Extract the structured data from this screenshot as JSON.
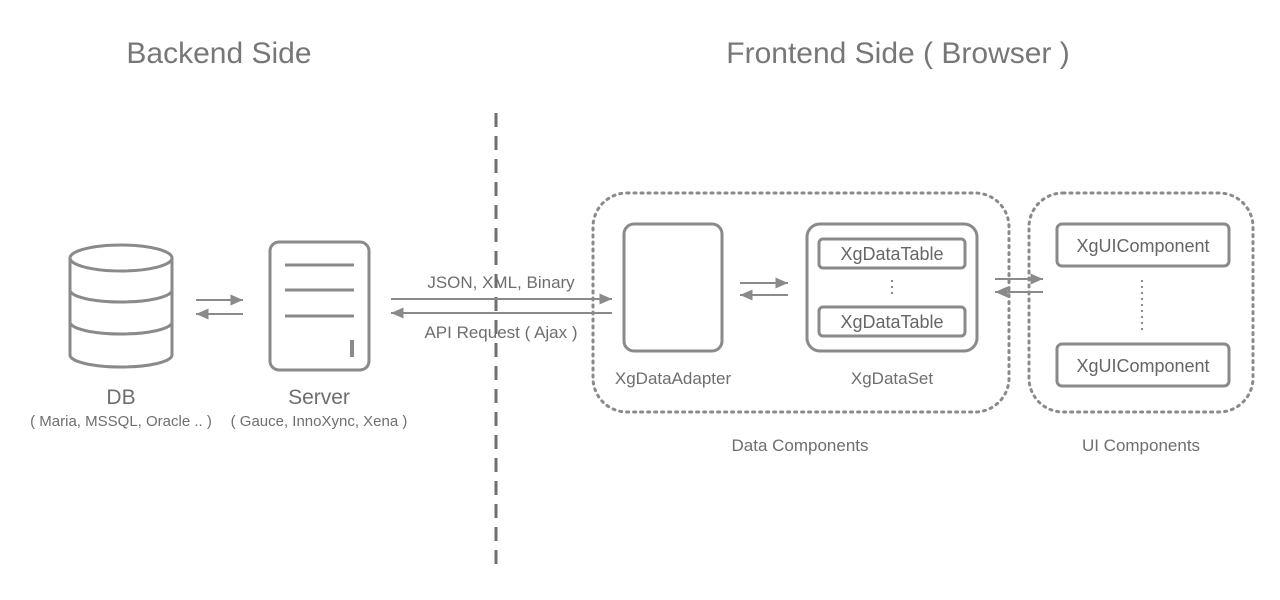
{
  "titles": {
    "backend": "Backend Side",
    "frontend": "Frontend Side ( Browser )"
  },
  "backend": {
    "db_label": "DB",
    "db_sub": "( Maria, MSSQL, Oracle .. )",
    "server_label": "Server",
    "server_sub": "( Gauce, InnoXync, Xena )"
  },
  "connection": {
    "response_label": "JSON, XML, Binary",
    "request_label": "API Request ( Ajax )"
  },
  "data_components": {
    "group_label": "Data Components",
    "adapter_label": "XgDataAdapter",
    "dataset_label": "XgDataSet",
    "tables": [
      "XgDataTable",
      "XgDataTable"
    ]
  },
  "ui_components": {
    "group_label": "UI Components",
    "items": [
      "XgUIComponent",
      "XgUIComponent"
    ]
  },
  "colors": {
    "stroke": "#8a8a8a",
    "text": "#6e6e6e",
    "background": "#ffffff"
  }
}
